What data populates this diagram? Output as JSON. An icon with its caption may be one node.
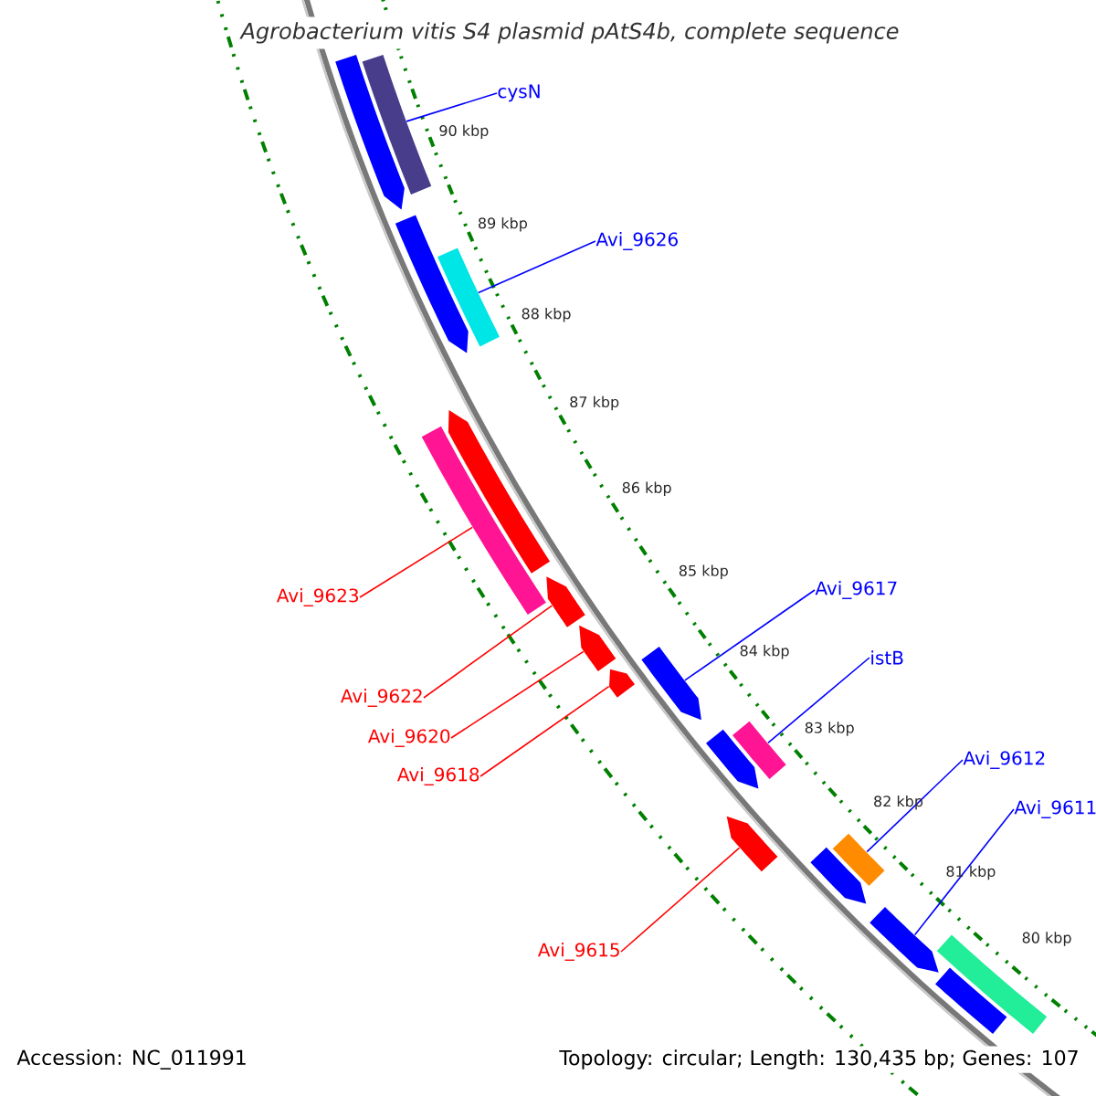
{
  "diagram": {
    "title": "Agrobacterium vitis S4 plasmid pAtS4b, complete sequence",
    "nodes": [
      {
        "text": [
          "cysN"
        ]
      },
      {
        "text": [
          "Avi_9626"
        ]
      },
      {
        "text": [
          "Avi_9617"
        ]
      },
      {
        "text": [
          "istB"
        ]
      },
      {
        "text": [
          "Avi_9612"
        ]
      },
      {
        "text": [
          "Avi_9611"
        ]
      },
      {
        "text": [
          "Avi_9623"
        ]
      },
      {
        "text": [
          "Avi_9622"
        ]
      },
      {
        "text": [
          "Avi_9620"
        ]
      },
      {
        "text": [
          "Avi_9618"
        ]
      },
      {
        "text": [
          "Avi_9615"
        ]
      },
      {
        "text": [],
        "shape": "arrow"
      },
      {
        "text": [],
        "shape": "bar"
      },
      {
        "text": [],
        "shape": "bar"
      },
      {
        "text": [],
        "shape": "arrow"
      },
      {
        "text": [],
        "shape": "arrow"
      },
      {
        "text": [],
        "shape": "bar"
      },
      {
        "text": [],
        "shape": "arrow"
      },
      {
        "text": [],
        "shape": "arrow"
      },
      {
        "text": [],
        "shape": "arrow"
      },
      {
        "text": [],
        "shape": "arrow"
      },
      {
        "text": [],
        "shape": "bar"
      },
      {
        "text": [],
        "shape": "arrow"
      },
      {
        "text": [],
        "shape": "arrow"
      },
      {
        "text": [],
        "shape": "bar"
      },
      {
        "text": [],
        "shape": "arrow"
      },
      {
        "text": [],
        "shape": "arrow"
      },
      {
        "text": [],
        "shape": "bar"
      },
      {
        "text": [],
        "shape": "arrow"
      }
    ],
    "edges": [
      {
        "from": 0,
        "to": 12,
        "arrow": "none"
      },
      {
        "from": 1,
        "to": 13,
        "arrow": "none"
      },
      {
        "from": 2,
        "to": 20,
        "arrow": "none"
      },
      {
        "from": 3,
        "to": 21,
        "arrow": "none"
      },
      {
        "from": 4,
        "to": 24,
        "arrow": "none"
      },
      {
        "from": 5,
        "to": 26,
        "arrow": "none"
      },
      {
        "from": 6,
        "to": 16,
        "arrow": "none",
        "color": "#ff0000"
      },
      {
        "from": 7,
        "to": 17,
        "arrow": "none",
        "color": "#ff0000"
      },
      {
        "from": 8,
        "to": 18,
        "arrow": "none",
        "color": "#ff0000"
      },
      {
        "from": 9,
        "to": 19,
        "arrow": "none",
        "color": "#ff0000"
      },
      {
        "from": 10,
        "to": 23,
        "arrow": "none",
        "color": "#ff0000"
      }
    ],
    "labels": [
      "90 kbp",
      "89 kbp",
      "88 kbp",
      "87 kbp",
      "86 kbp",
      "85 kbp",
      "84 kbp",
      "83 kbp",
      "82 kbp",
      "81 kbp",
      "80 kbp",
      "Accession: NC_011991",
      "Topology: circular; Length: 130,435 bp; Genes: 107"
    ]
  }
}
